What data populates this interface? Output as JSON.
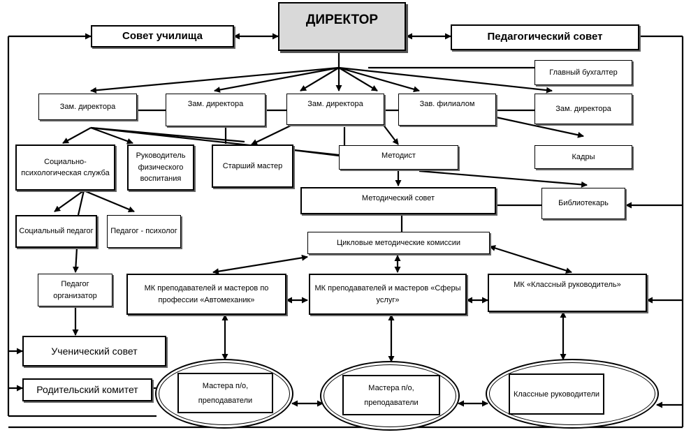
{
  "director": "ДИРЕКТОР",
  "council": "Совет училища",
  "ped_council": "Педагогический совет",
  "chief_accountant": "Главный бухгалтер",
  "deputy_1": "Зам. директора",
  "deputy_2": "Зам. директора",
  "deputy_3": "Зам. директора",
  "branch_deputy": "Зав. филиалом",
  "deputy_4": "Зам. директора",
  "social_psych_service": "Социально-психологическая служба",
  "pe_head": "Руководитель физического воспитания",
  "senior_master": "Старший мастер",
  "methodist": "Методист",
  "hr": "Кадры",
  "librarian": "Библиотекарь",
  "method_council": "Методический совет",
  "social_pedagogue": "Социальный педагог",
  "pedagogue_psychologist": "Педагог - психолог",
  "cycle_commissions": "Цикловые методические комиссии",
  "pedagogue_organizer": "Педагог организатор",
  "mk_auto": "МК преподавателей и мастеров по профессии «Автомеханик»",
  "mk_services": "МК преподавателей и мастеров «Сферы услуг»",
  "mk_class": "МК «Классный руководитель»",
  "student_council": "Ученический  совет",
  "parent_committee": "Родительский комитет",
  "masters_1": {
    "line1": "Мастера п/о,",
    "line2": "преподаватели"
  },
  "masters_2": {
    "line1": "Мастера п/о,",
    "line2": "преподаватели"
  },
  "class_teachers": "Классные руководители",
  "colors": {
    "line": "#000000",
    "director_fill": "#d9d9d9",
    "shadow": "#666666"
  }
}
